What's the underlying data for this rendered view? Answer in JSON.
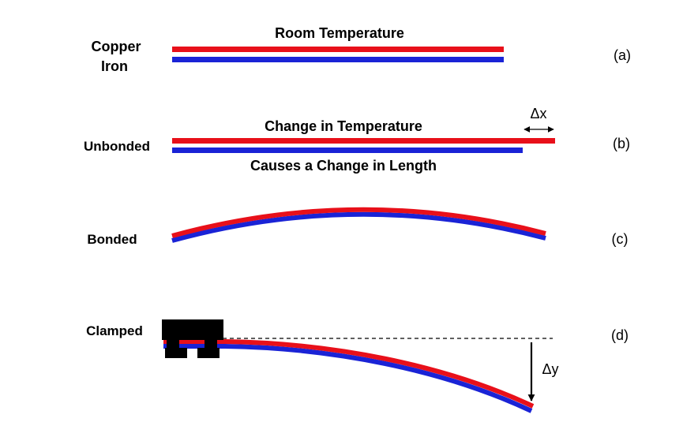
{
  "legend": {
    "copper_label": "Copper",
    "iron_label": "Iron",
    "copper_color": "#e8101a",
    "iron_color": "#1a23d6"
  },
  "panels": {
    "a": {
      "tag": "(a)",
      "caption": "Room Temperature"
    },
    "b": {
      "tag": "(b)",
      "side_label": "Unbonded",
      "caption_top": "Change in Temperature",
      "caption_bottom": "Causes a Change in Length",
      "delta_label": "Δx"
    },
    "c": {
      "tag": "(c)",
      "side_label": "Bonded"
    },
    "d": {
      "tag": "(d)",
      "side_label": "Clamped",
      "delta_label": "Δy"
    }
  }
}
